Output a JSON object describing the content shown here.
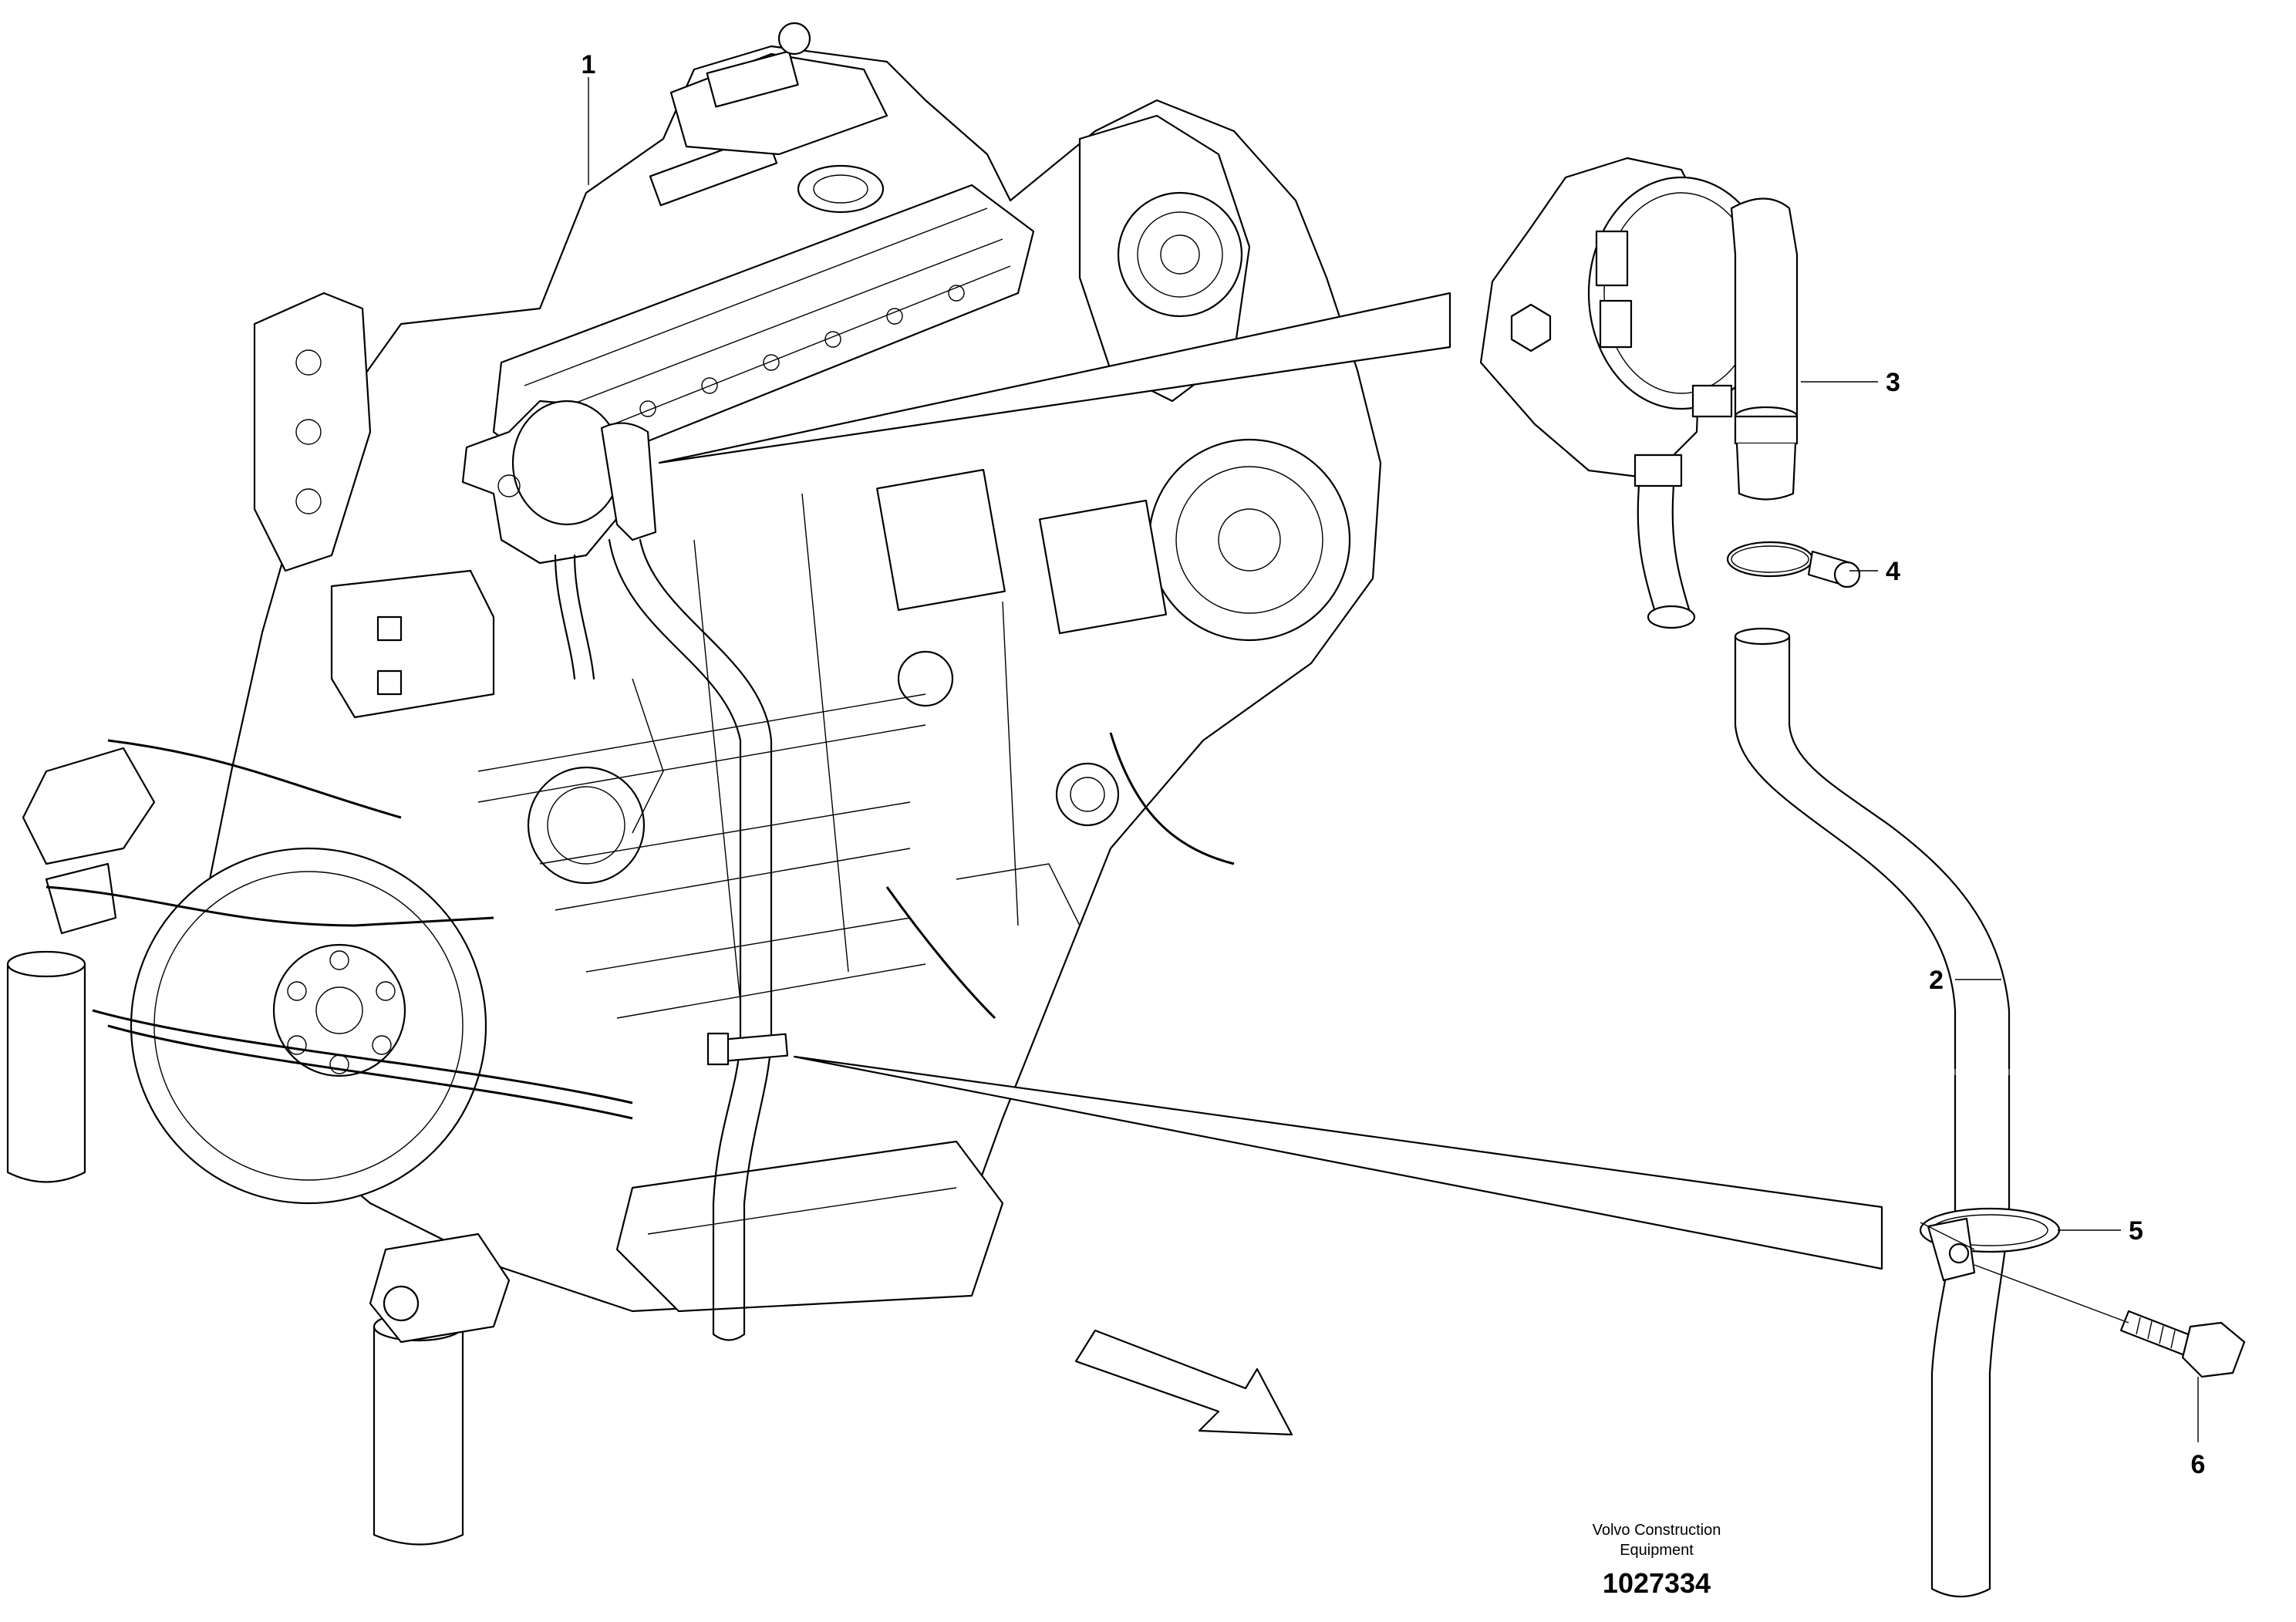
{
  "callouts": [
    {
      "id": "1",
      "label": "1"
    },
    {
      "id": "2",
      "label": "2"
    },
    {
      "id": "3",
      "label": "3"
    },
    {
      "id": "4",
      "label": "4"
    },
    {
      "id": "5",
      "label": "5"
    },
    {
      "id": "6",
      "label": "6"
    }
  ],
  "footer": {
    "brand_line1": "Volvo Construction",
    "brand_line2": "Equipment",
    "document_number": "1027334"
  }
}
